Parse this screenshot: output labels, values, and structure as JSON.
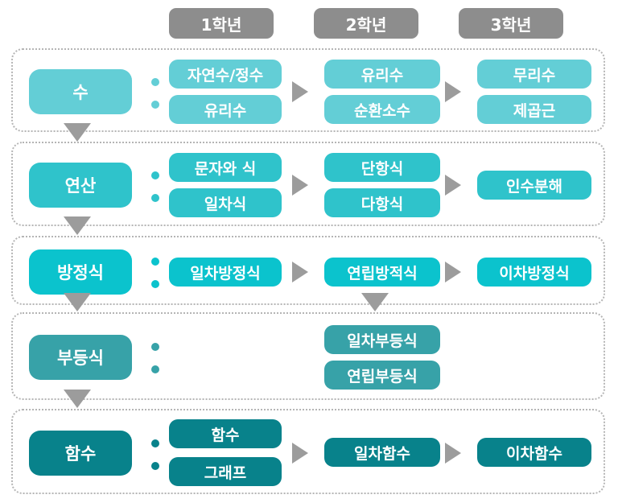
{
  "title": "math-curriculum-flow-diagram",
  "header": {
    "columns": [
      {
        "label": "1학년"
      },
      {
        "label": "2학년"
      },
      {
        "label": "3학년"
      }
    ],
    "pill_color": "#8d8d8d"
  },
  "colors": {
    "background": "#ffffff",
    "header_gray": "#8d8d8d",
    "arrow_gray": "#9c9c9c",
    "dotted_border": "#b5b5b5",
    "text_on_pill": "#ffffff"
  },
  "icons": {
    "chevron_right": "right-pointing triangle",
    "arrow_down": "down-pointing triangle",
    "bullet": "small filled circle"
  },
  "rows": [
    {
      "category": "수",
      "color": "#63ced6",
      "grade1": [
        "자연수/정수",
        "유리수"
      ],
      "grade2": [
        "유리수",
        "순환소수"
      ],
      "grade3": [
        "무리수",
        "제곱근"
      ]
    },
    {
      "category": "연산",
      "color": "#2fc3cb",
      "grade1": [
        "문자와 식",
        "일차식"
      ],
      "grade2": [
        "단항식",
        "다항식"
      ],
      "grade3": [
        "인수분해"
      ]
    },
    {
      "category": "방정식",
      "color": "#0bc3cd",
      "grade1": [
        "일차방정식"
      ],
      "grade2": [
        "연립방적식"
      ],
      "grade3": [
        "이차방정식"
      ]
    },
    {
      "category": "부등식",
      "color": "#37a2a8",
      "grade1": [],
      "grade2": [
        "일차부등식",
        "연립부등식"
      ],
      "grade3": []
    },
    {
      "category": "함수",
      "color": "#08828b",
      "grade1": [
        "함수",
        "그래프"
      ],
      "grade2": [
        "일차함수"
      ],
      "grade3": [
        "이차함수"
      ]
    }
  ]
}
